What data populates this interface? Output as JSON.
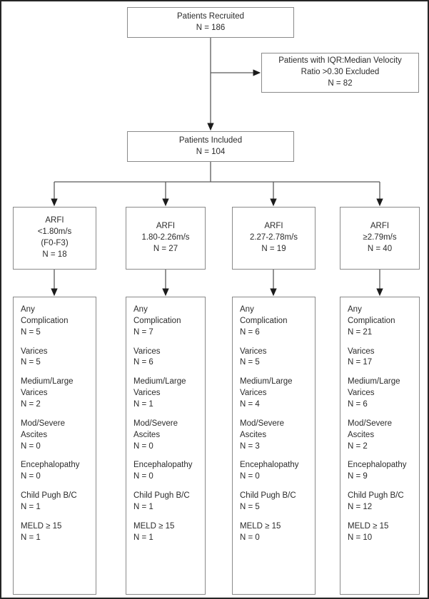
{
  "chart_data": {
    "type": "diagram",
    "title": "Patient recruitment and ARFI stratification flow diagram",
    "diagram_kind": "flowchart"
  },
  "flow": {
    "recruited": {
      "label": "Patients Recruited",
      "count": "N = 186"
    },
    "excluded": {
      "line1": "Patients with IQR:Median Velocity",
      "line2": "Ratio >0.30 Excluded",
      "count": "N = 82"
    },
    "included": {
      "label": "Patients Included",
      "count": "N = 104"
    },
    "arfi_groups": [
      {
        "title": "ARFI",
        "range": "<1.80m/s",
        "stage": "(F0-F3)",
        "count": "N = 18"
      },
      {
        "title": "ARFI",
        "range": "1.80-2.26m/s",
        "stage": "",
        "count": "N = 27"
      },
      {
        "title": "ARFI",
        "range": "2.27-2.78m/s",
        "stage": "",
        "count": "N = 19"
      },
      {
        "title": "ARFI",
        "range": "≥2.79m/s",
        "stage": "",
        "count": "N = 40"
      }
    ],
    "outcome_labels": {
      "any_complication_l1": "Any",
      "any_complication_l2": "Complication",
      "varices": "Varices",
      "medlarge_varices_l1": "Medium/Large",
      "medlarge_varices_l2": "Varices",
      "ascites_l1": "Mod/Severe",
      "ascites_l2": "Ascites",
      "encephalopathy": "Encephalopathy",
      "child_pugh": "Child Pugh B/C",
      "meld": "MELD ≥ 15"
    },
    "outcomes": [
      {
        "any_complication": "N = 5",
        "varices": "N = 5",
        "medlarge_varices": "N = 2",
        "ascites": "N = 0",
        "encephalopathy": "N = 0",
        "child_pugh": "N = 1",
        "meld": "N = 1"
      },
      {
        "any_complication": "N = 7",
        "varices": "N = 6",
        "medlarge_varices": "N = 1",
        "ascites": "N = 0",
        "encephalopathy": "N = 0",
        "child_pugh": "N = 1",
        "meld": "N = 1"
      },
      {
        "any_complication": "N = 6",
        "varices": "N = 5",
        "medlarge_varices": "N = 4",
        "ascites": "N = 3",
        "encephalopathy": "N = 0",
        "child_pugh": "N = 5",
        "meld": "N = 0"
      },
      {
        "any_complication": "N = 21",
        "varices": "N = 17",
        "medlarge_varices": "N = 6",
        "ascites": "N = 2",
        "encephalopathy": "N = 9",
        "child_pugh": "N = 12",
        "meld": "N = 10"
      }
    ]
  },
  "style": {
    "box_border": "#8a8a8a",
    "connector": "#555555",
    "text": "#2b2b2b",
    "page_border": "#262626"
  }
}
